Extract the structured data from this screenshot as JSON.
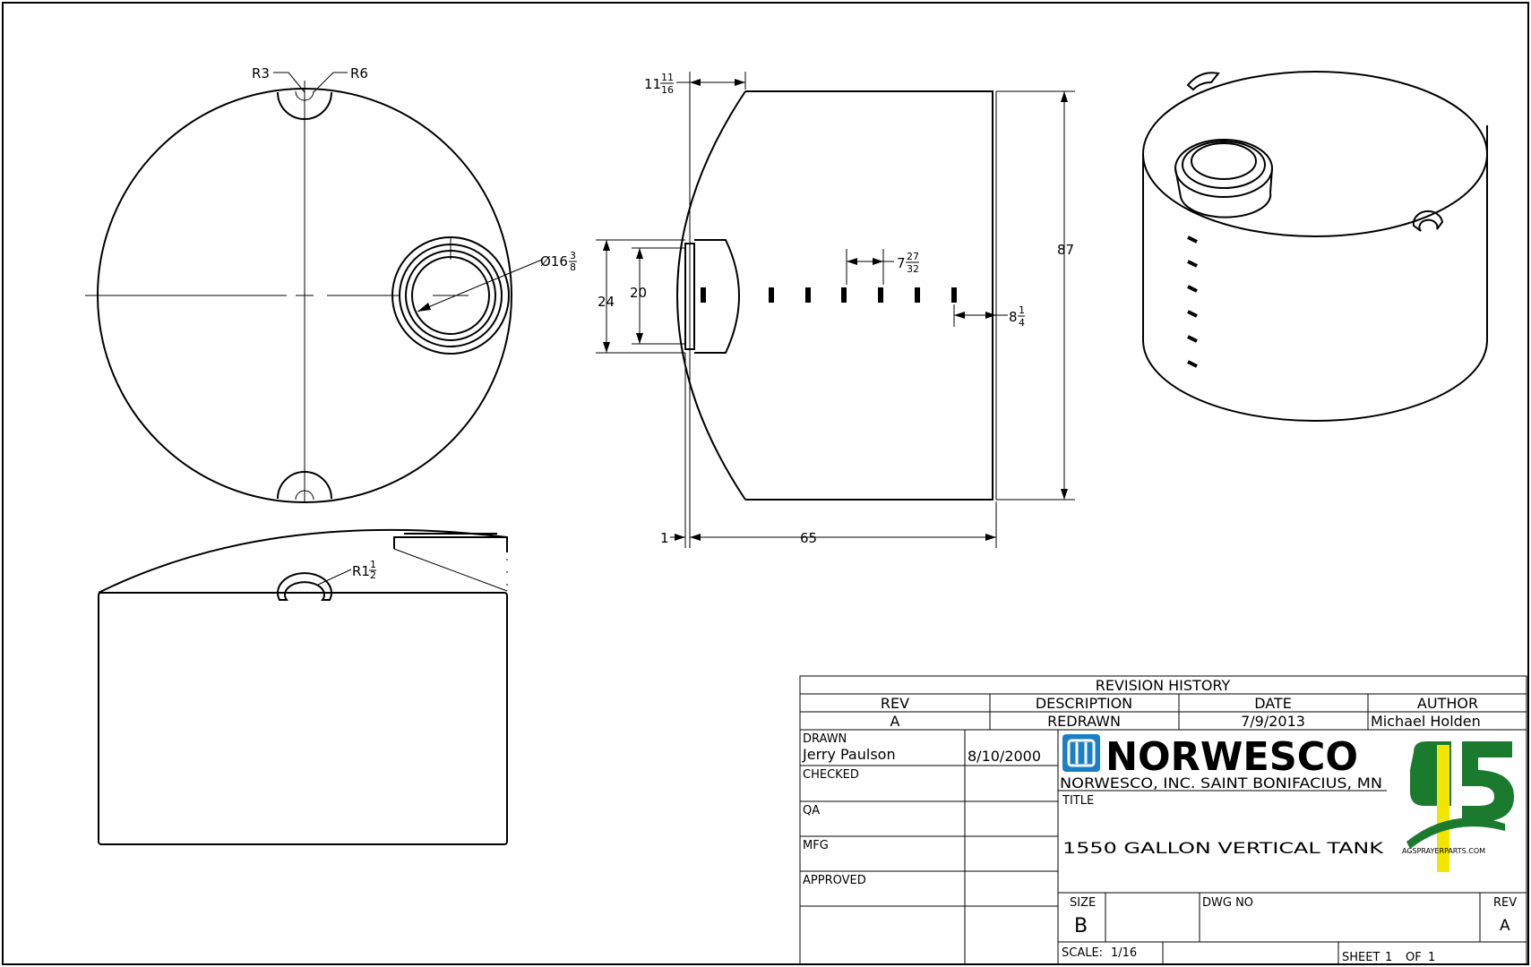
{
  "dimensions": {
    "r3": "R3",
    "r6": "R6",
    "dia_prefix": "Ø16",
    "dia_frac_num": "3",
    "dia_frac_den": "8",
    "r1_prefix": "R1",
    "r1_frac_num": "1",
    "r1_frac_den": "2",
    "top_offset_whole": "11",
    "top_offset_num": "11",
    "top_offset_den": "16",
    "height_87": "87",
    "dim_24": "24",
    "dim_20": "20",
    "spacing_whole": "7",
    "spacing_num": "27",
    "spacing_den": "32",
    "side_whole": "8",
    "side_num": "1",
    "side_den": "4",
    "dim_1": "1",
    "width_65": "65"
  },
  "revision": {
    "header": "REVISION HISTORY",
    "col_rev": "REV",
    "col_description": "DESCRIPTION",
    "col_date": "DATE",
    "col_author": "AUTHOR",
    "rows": [
      {
        "rev": "A",
        "description": "REDRAWN",
        "date": "7/9/2013",
        "author": "Michael Holden"
      }
    ]
  },
  "title_block": {
    "drawn_label": "DRAWN",
    "drawn_name": "Jerry Paulson",
    "drawn_date": "8/10/2000",
    "checked_label": "CHECKED",
    "qa_label": "QA",
    "mfg_label": "MFG",
    "approved_label": "APPROVED",
    "company_logo": "NORWESCO",
    "company_line": "NORWESCO, INC.  SAINT BONIFACIUS, MN",
    "title_label": "TITLE",
    "title": "1550 GALLON VERTICAL TANK",
    "size_label": "SIZE",
    "size_value": "B",
    "dwg_no_label": "DWG NO",
    "rev_label": "REV",
    "rev_value": "A",
    "scale_label": "SCALE:",
    "scale_value": "1/16",
    "sheet_label": "SHEET",
    "sheet_number": "1",
    "sheet_of": "OF",
    "sheet_total": "1",
    "logo2_url_text": "AGSPRAYERPARTS.COM"
  },
  "colors": {
    "line": "#000000",
    "norwesco_blue": "#1a7fc4",
    "logo_green": "#1a7a2e",
    "logo_yellow": "#f2e600"
  }
}
